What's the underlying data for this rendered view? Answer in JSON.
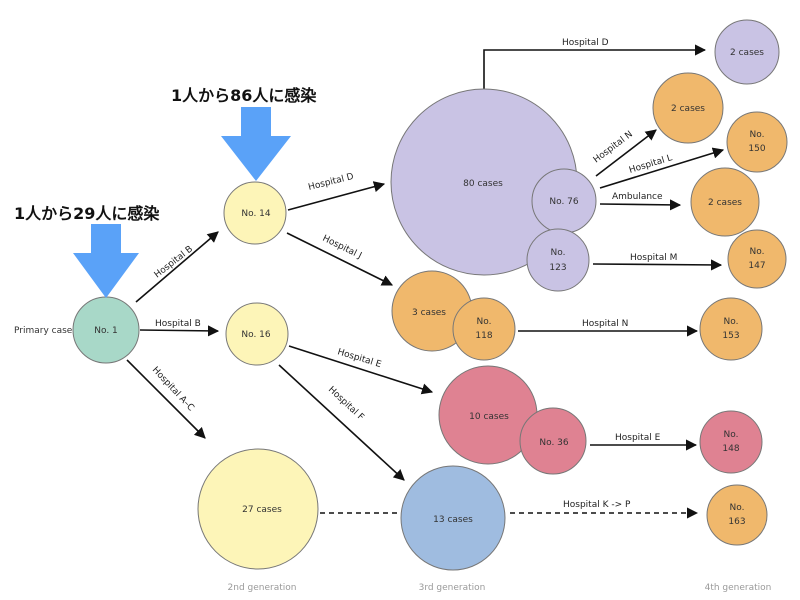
{
  "colors": {
    "primary": "#a8d8c8",
    "gen2": "#fdf5b8",
    "cluster_purple": "#c9c3e4",
    "cluster_orange": "#f0b86c",
    "cluster_pink": "#df8292",
    "cluster_blue": "#9fbce0",
    "callout_arrow": "#5aa2f8"
  },
  "callouts": {
    "c1": "1人から29人に感染",
    "c2": "1人から86人に感染"
  },
  "nodes": {
    "primary_label": "Primary case",
    "no1": "No. 1",
    "no14": "No. 14",
    "no16": "No. 16",
    "cases27": "27 cases",
    "cases80": "80 cases",
    "no76": "No. 76",
    "no123": [
      "No.",
      "123"
    ],
    "cases3": "3 cases",
    "no118": [
      "No.",
      "118"
    ],
    "cases10": "10 cases",
    "no36": "No. 36",
    "cases13": "13 cases",
    "d2cases": "2 cases",
    "n2cases": "2 cases",
    "no150": [
      "No.",
      "150"
    ],
    "amb2cases": "2 cases",
    "no147": [
      "No.",
      "147"
    ],
    "no153": [
      "No.",
      "153"
    ],
    "no148": [
      "No.",
      "148"
    ],
    "no163": [
      "No.",
      "163"
    ]
  },
  "edges": {
    "hospB_up": "Hospital B",
    "hospB_mid": "Hospital B",
    "hospAC": "Hospital A–C",
    "hospD14": "Hospital D",
    "hospJ": "Hospital J",
    "hospE16": "Hospital E",
    "hospF": "Hospital F",
    "hospD_top": "Hospital D",
    "hospN76": "Hospital N",
    "hospL": "Hospital L",
    "ambulance": "Ambulance",
    "hospM": "Hospital M",
    "hospN118": "Hospital N",
    "hospE36": "Hospital E",
    "hospKP": "Hospital K -> P"
  },
  "generations": {
    "g2": "2nd generation",
    "g3": "3rd generation",
    "g4": "4th generation"
  }
}
